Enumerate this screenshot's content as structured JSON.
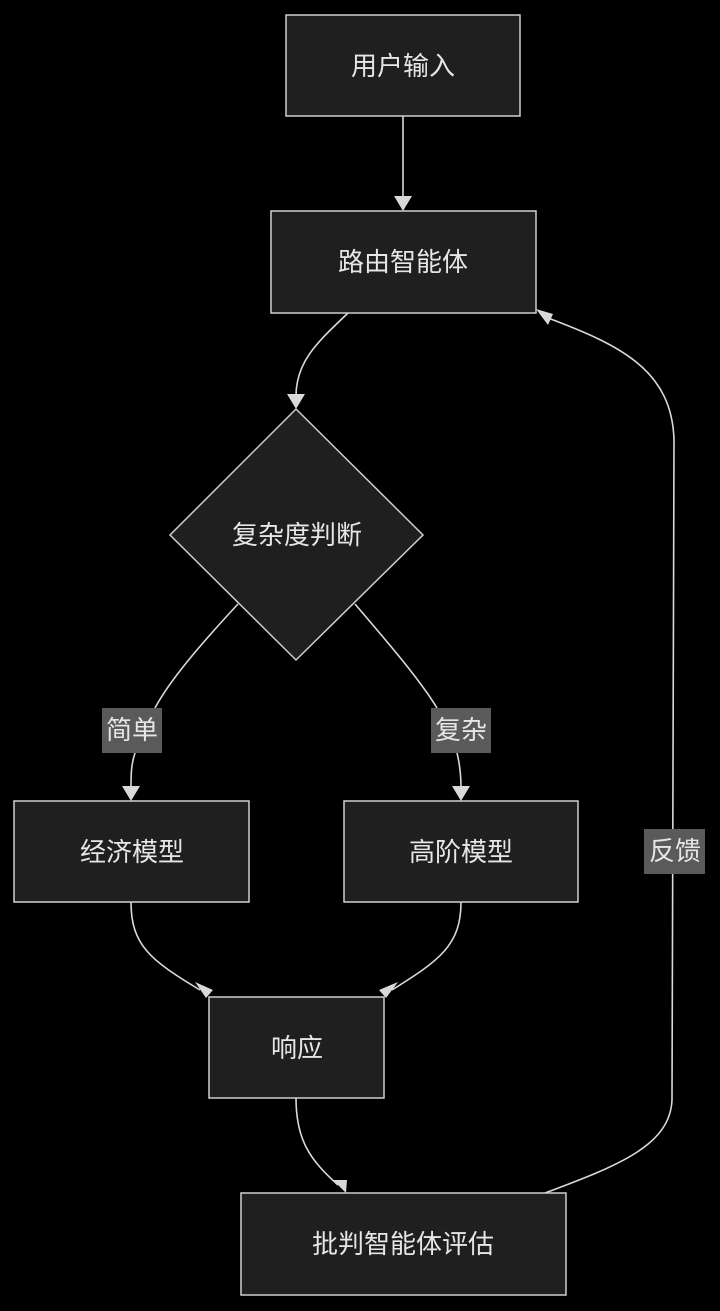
{
  "diagram": {
    "type": "flowchart",
    "direction": "top-down",
    "colors": {
      "background": "#000000",
      "node_fill": "#1f1f1f",
      "node_stroke": "#cfcfcf",
      "text": "#e6e6e6",
      "edge": "#d9d9d9",
      "edge_label_bg": "#5a5a5a"
    },
    "nodes": {
      "user_input": {
        "label": "用户输入",
        "shape": "rect"
      },
      "router_agent": {
        "label": "路由智能体",
        "shape": "rect"
      },
      "complexity_check": {
        "label": "复杂度判断",
        "shape": "diamond"
      },
      "economy_model": {
        "label": "经济模型",
        "shape": "rect"
      },
      "advanced_model": {
        "label": "高阶模型",
        "shape": "rect"
      },
      "response": {
        "label": "响应",
        "shape": "rect"
      },
      "critic_agent": {
        "label": "批判智能体评估",
        "shape": "rect"
      }
    },
    "edges": [
      {
        "from": "user_input",
        "to": "router_agent",
        "label": ""
      },
      {
        "from": "router_agent",
        "to": "complexity_check",
        "label": ""
      },
      {
        "from": "complexity_check",
        "to": "economy_model",
        "label": "简单"
      },
      {
        "from": "complexity_check",
        "to": "advanced_model",
        "label": "复杂"
      },
      {
        "from": "economy_model",
        "to": "response",
        "label": ""
      },
      {
        "from": "advanced_model",
        "to": "response",
        "label": ""
      },
      {
        "from": "response",
        "to": "critic_agent",
        "label": ""
      },
      {
        "from": "critic_agent",
        "to": "router_agent",
        "label": "反馈"
      }
    ],
    "edge_labels": {
      "simple": "简单",
      "complex": "复杂",
      "feedback": "反馈"
    }
  }
}
